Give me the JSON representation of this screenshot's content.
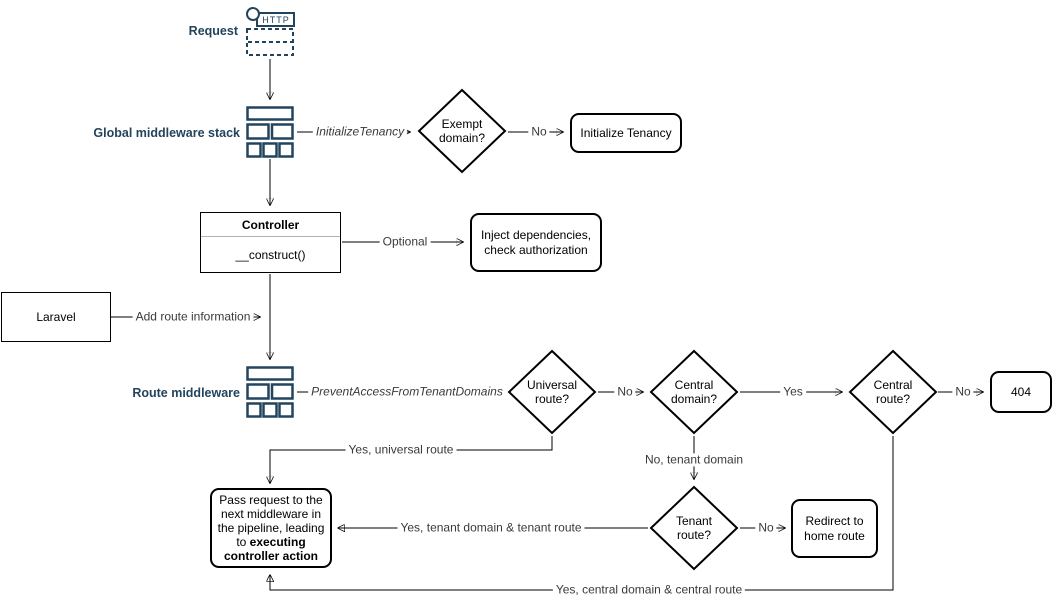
{
  "colors": {
    "icon_stroke": "#23445D",
    "section_label": "#23445D",
    "shape_stroke": "#000000",
    "edge_label": "#3A3A3A",
    "background": "#FFFFFF"
  },
  "nodes": {
    "request": {
      "label": "Request",
      "http_text": "HTTP"
    },
    "global_middleware_stack": {
      "label": "Global middleware stack"
    },
    "exempt_domain": {
      "label": "Exempt domain?"
    },
    "initialize_tenancy": {
      "label": "Initialize Tenancy"
    },
    "controller": {
      "title": "Controller",
      "method": "__construct()"
    },
    "inject_dependencies": {
      "label": "Inject dependencies, check authorization"
    },
    "laravel": {
      "label": "Laravel"
    },
    "route_middleware": {
      "label": "Route middleware"
    },
    "universal_route": {
      "label": "Universal route?"
    },
    "central_domain": {
      "label": "Central domain?"
    },
    "central_route": {
      "label": "Central route?"
    },
    "not_found": {
      "label": "404"
    },
    "pass_request": {
      "text_before": "Pass request to the next middleware in the pipeline, leading to ",
      "text_bold": "executing controller action"
    },
    "tenant_route": {
      "label": "Tenant route?"
    },
    "redirect_home": {
      "label": "Redirect to home route"
    }
  },
  "edges": {
    "initialize_tenancy_middleware": "InitializeTenancy",
    "exempt_no": "No",
    "optional": "Optional",
    "add_route_info": "Add route information",
    "prevent_access_middleware": "PreventAccessFromTenantDomains",
    "universal_no": "No",
    "central_domain_yes": "Yes",
    "central_route_no": "No",
    "yes_universal_route": "Yes, universal route",
    "no_tenant_domain": "No, tenant domain",
    "yes_tenant_domain_route": "Yes, tenant domain & tenant route",
    "tenant_no": "No",
    "yes_central_domain_route": "Yes, central domain & central route"
  }
}
